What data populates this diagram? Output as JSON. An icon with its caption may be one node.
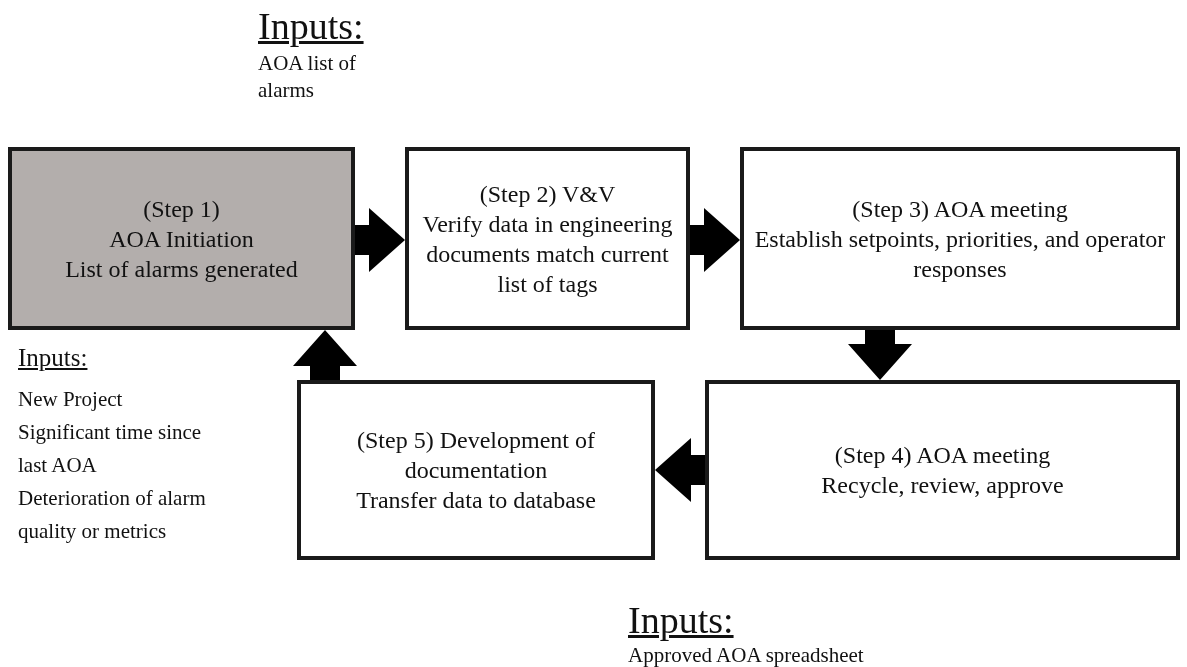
{
  "diagram": {
    "nodes": [
      {
        "text": [
          "(Step 1)",
          "AOA Initiation",
          "List of alarms generated"
        ]
      },
      {
        "text": [
          "(Step 2) V&V",
          "Verify data in engineering documents match current list of tags"
        ]
      },
      {
        "text": [
          "(Step 3) AOA meeting",
          "Establish setpoints, priorities, and operator responses"
        ]
      },
      {
        "text": [
          "(Step 4) AOA meeting",
          "Recycle, review, approve"
        ]
      },
      {
        "text": [
          "(Step 5) Development of documentation",
          "Transfer data to database"
        ]
      }
    ],
    "edges": [
      {
        "from": 0,
        "to": 1,
        "arrow": "to",
        "style": "thick"
      },
      {
        "from": 1,
        "to": 2,
        "arrow": "to",
        "style": "thick"
      },
      {
        "from": 2,
        "to": 3,
        "arrow": "to",
        "style": "thick"
      },
      {
        "from": 3,
        "to": 4,
        "arrow": "to",
        "style": "thick"
      },
      {
        "from": 4,
        "to": 0,
        "arrow": "to",
        "style": "thick"
      }
    ],
    "labels": [
      "Inputs:",
      "AOA list of alarms",
      "Inputs:",
      "New Project",
      "Significant time since",
      "last AOA",
      "Deterioration of alarm",
      "quality or metrics",
      "Inputs:",
      "Approved AOA spreadsheet"
    ]
  }
}
